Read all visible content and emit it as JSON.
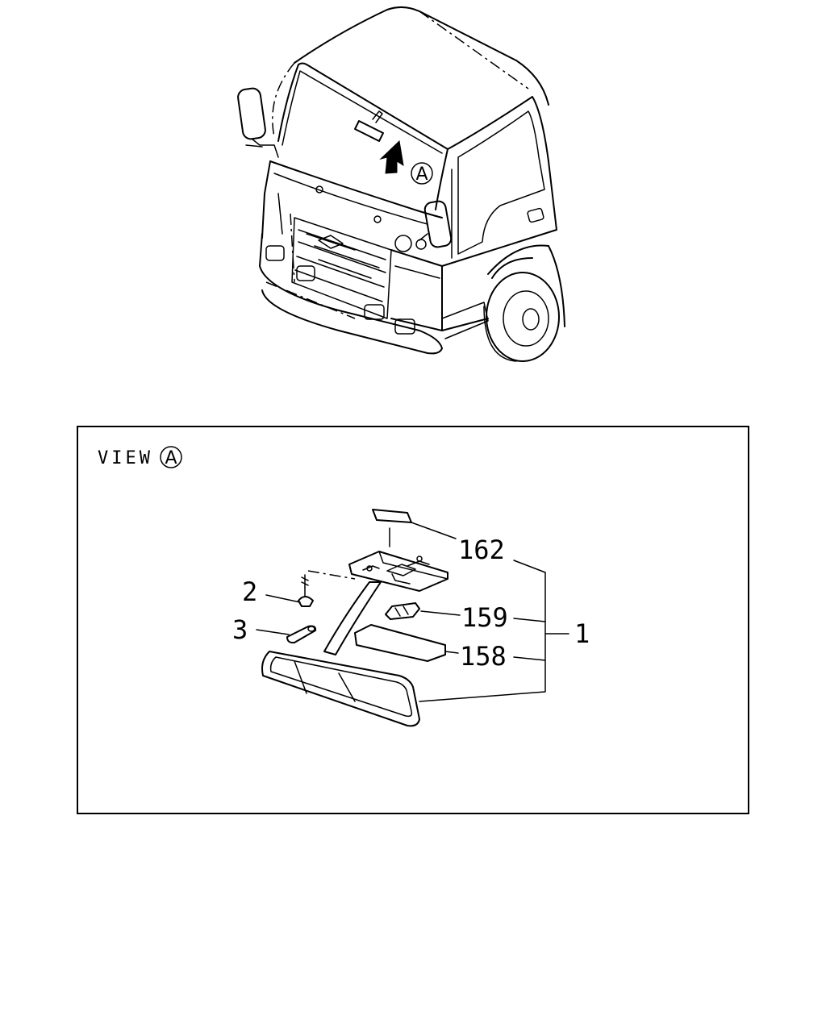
{
  "view_label": {
    "prefix": "VIEW",
    "marker": "A"
  },
  "callout_marker": "A",
  "parts": [
    {
      "id": "162",
      "label": "162"
    },
    {
      "id": "159",
      "label": "159"
    },
    {
      "id": "158",
      "label": "158"
    },
    {
      "id": "2",
      "label": "2"
    },
    {
      "id": "3",
      "label": "3"
    },
    {
      "id": "1",
      "label": "1"
    }
  ]
}
